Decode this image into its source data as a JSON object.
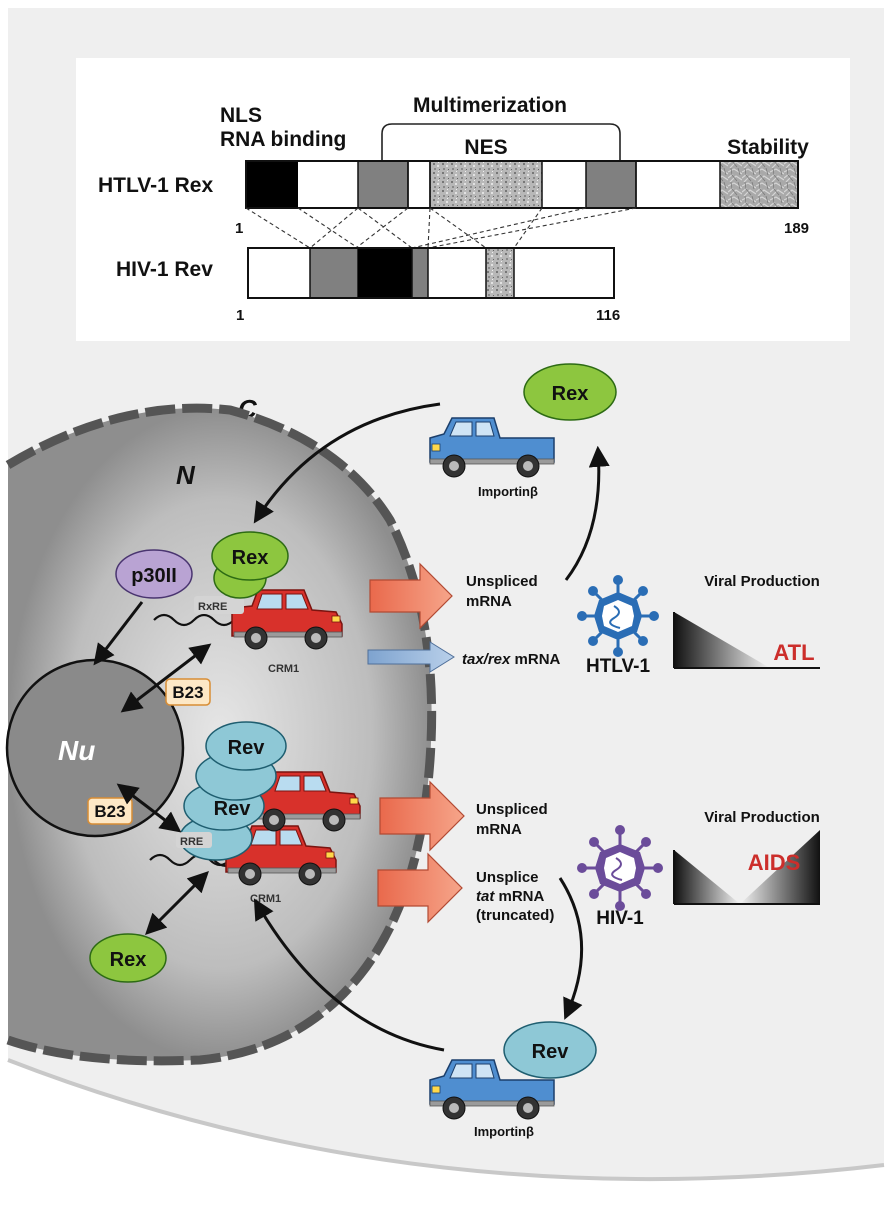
{
  "domain_panel": {
    "nls_line1": "NLS",
    "nls_line2": "RNA binding",
    "multimerization": "Multimerization",
    "nes": "NES",
    "stability": "Stability",
    "rex_protein": "HTLV-1 Rex",
    "rev_protein": "HIV-1 Rev",
    "rex_start": "1",
    "rex_end": "189",
    "rev_start": "1",
    "rev_end": "116"
  },
  "cell": {
    "cytoplasm_label": "C",
    "nucleus_label": "N",
    "nucleolus_label": "Nu"
  },
  "proteins": {
    "rex": "Rex",
    "rev": "Rev",
    "p30": "p30II",
    "b23": "B23",
    "crm1": "CRM1",
    "importin": "Importinβ",
    "rxre": "RxRE",
    "rre": "RRE"
  },
  "transcripts": {
    "unspliced_line1": "Unspliced",
    "unspliced_line2": "mRNA",
    "taxrex_italic": "tax/rex",
    "taxrex_suffix": " mRNA",
    "unsplice": "Unsplice",
    "tat_italic": "tat",
    "tat_suffix": " mRNA",
    "truncated": "(truncated)"
  },
  "viruses": {
    "htlv": "HTLV-1",
    "hiv": "HIV-1",
    "viral_production": "Viral Production",
    "atl": "ATL",
    "aids": "AIDS"
  },
  "colors": {
    "rex_green": "#8dc63f",
    "rev_teal": "#8ec8d6",
    "p30_purple": "#b9a3d3",
    "b23_bg": "#fde8c6",
    "truck_red": "#d8312b",
    "truck_blue": "#4f8ed0",
    "arrow_salmon": "#ef7b5f",
    "arrow_blue": "#8fb2d9",
    "htlv_blue": "#2a6db5",
    "hiv_purple": "#6b4c9a",
    "disease_red": "#cc2e2b"
  }
}
